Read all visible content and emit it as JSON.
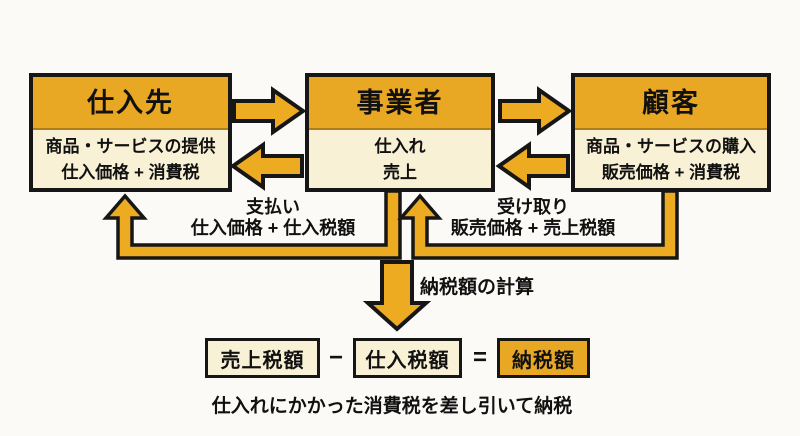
{
  "boxes": {
    "supplier": {
      "title": "仕入先",
      "line1": "商品・サービスの提供",
      "line2": "仕入価格 + 消費税"
    },
    "business": {
      "title": "事業者",
      "line1": "仕入れ",
      "line2": "売上"
    },
    "customer": {
      "title": "顧客",
      "line1": "商品・サービスの購入",
      "line2": "販売価格 + 消費税"
    }
  },
  "flow_labels": {
    "payment": {
      "line1": "支払い",
      "line2": "仕入価格 + 仕入税額"
    },
    "receipt": {
      "line1": "受け取り",
      "line2": "販売価格 + 売上税額"
    },
    "calc": "納税額の計算"
  },
  "formula": {
    "sales_tax": "売上税額",
    "minus": "−",
    "purchase_tax": "仕入税額",
    "equals": "=",
    "tax_due": "納税額",
    "caption": "仕入れにかかった消費税を差し引いて納税"
  },
  "colors": {
    "gold": "#e9a824",
    "cream": "#f8f1d5",
    "arrow_gold": "#edab22",
    "outline": "#161616",
    "background": "#fbfaf6"
  }
}
